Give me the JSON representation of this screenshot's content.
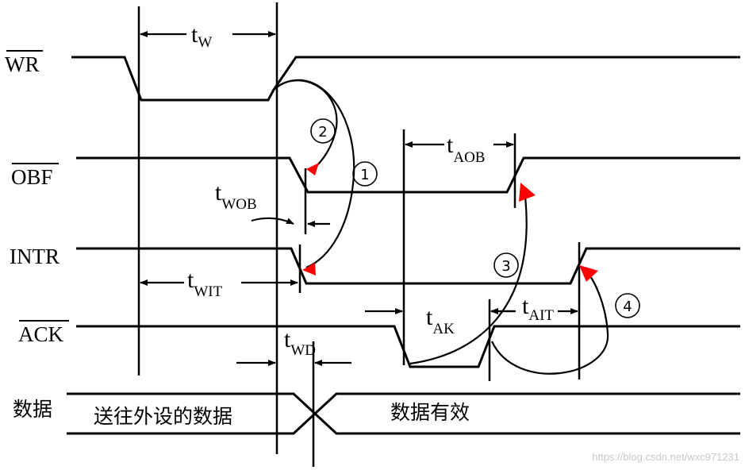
{
  "signals": {
    "wr": "WR",
    "obf": "OBF",
    "intr": "INTR",
    "ack": "ACK",
    "data": "数据"
  },
  "timing": {
    "tw": {
      "t": "t",
      "sub": "W"
    },
    "taob": {
      "t": "t",
      "sub": "AOB"
    },
    "twob": {
      "t": "t",
      "sub": "WOB"
    },
    "twit": {
      "t": "t",
      "sub": "WIT"
    },
    "tak": {
      "t": "t",
      "sub": "AK"
    },
    "tait": {
      "t": "t",
      "sub": "AIT"
    },
    "twd": {
      "t": "t",
      "sub": "WD"
    }
  },
  "data_phases": {
    "before": "送往外设的数据",
    "after": "数据有效"
  },
  "steps": [
    "1",
    "2",
    "3",
    "4"
  ],
  "colors": {
    "line": "#000000",
    "arrowhead": "#ff0000",
    "watermark": "#c8c8c8"
  },
  "watermark": "https://blog.csdn.net/wxc971231"
}
